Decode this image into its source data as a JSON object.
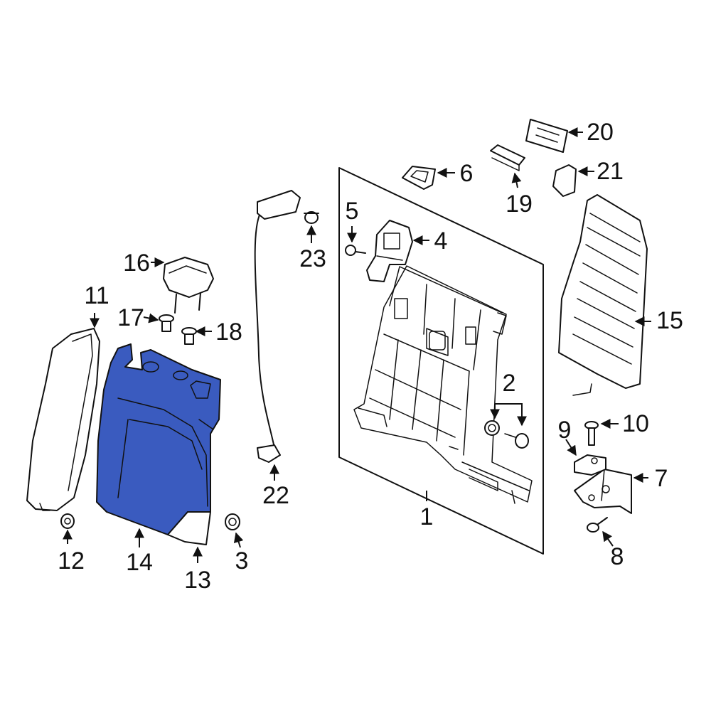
{
  "highlight_color": "#3a5bbf",
  "outline_color": "#111111",
  "callouts": [
    {
      "id": "c1",
      "label": "1"
    },
    {
      "id": "c2",
      "label": "2"
    },
    {
      "id": "c3",
      "label": "3"
    },
    {
      "id": "c4",
      "label": "4"
    },
    {
      "id": "c5",
      "label": "5"
    },
    {
      "id": "c6",
      "label": "6"
    },
    {
      "id": "c7",
      "label": "7"
    },
    {
      "id": "c8",
      "label": "8"
    },
    {
      "id": "c9",
      "label": "9"
    },
    {
      "id": "c10",
      "label": "10"
    },
    {
      "id": "c11",
      "label": "11"
    },
    {
      "id": "c12",
      "label": "12"
    },
    {
      "id": "c13",
      "label": "13"
    },
    {
      "id": "c14",
      "label": "14"
    },
    {
      "id": "c15",
      "label": "15"
    },
    {
      "id": "c16",
      "label": "16"
    },
    {
      "id": "c17",
      "label": "17"
    },
    {
      "id": "c18",
      "label": "18"
    },
    {
      "id": "c19",
      "label": "19"
    },
    {
      "id": "c20",
      "label": "20"
    },
    {
      "id": "c21",
      "label": "21"
    },
    {
      "id": "c22",
      "label": "22"
    },
    {
      "id": "c23",
      "label": "23"
    }
  ]
}
